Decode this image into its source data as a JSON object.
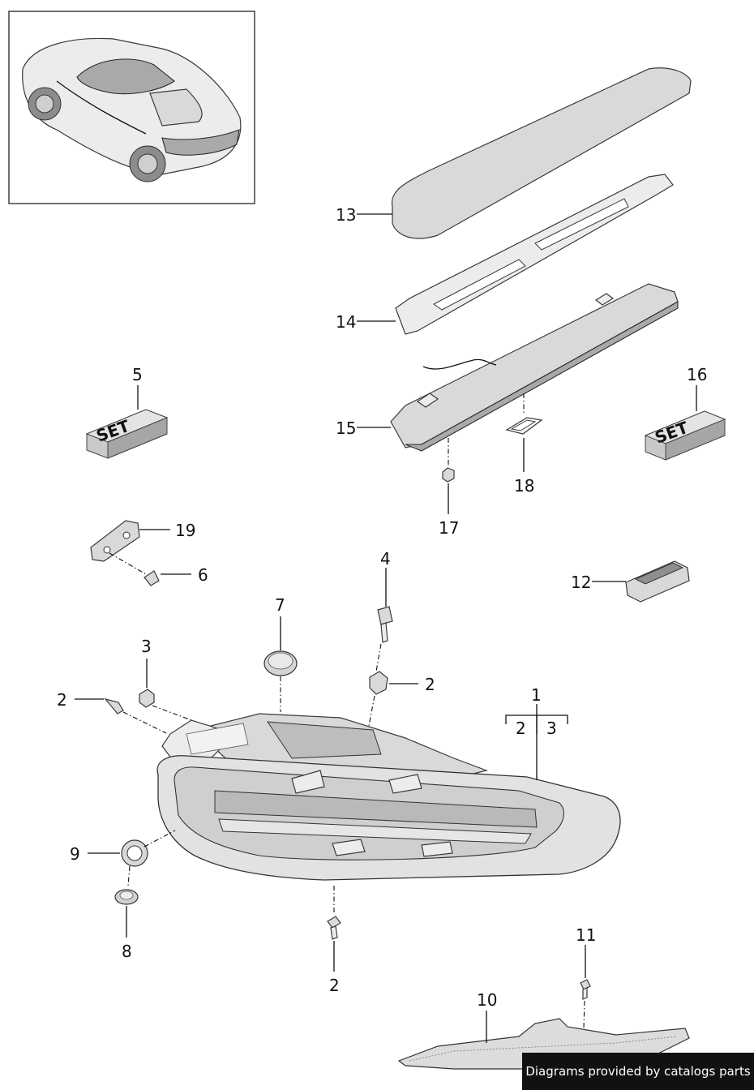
{
  "callouts": {
    "c1": "1",
    "c1_sub_a": "2",
    "c1_sub_b": "3",
    "c2a": "2",
    "c2b": "2",
    "c2c": "2",
    "c3": "3",
    "c4": "4",
    "c5": "5",
    "c6": "6",
    "c7": "7",
    "c8": "8",
    "c9": "9",
    "c10": "10",
    "c11": "11",
    "c12": "12",
    "c13": "13",
    "c14": "14",
    "c15": "15",
    "c16": "16",
    "c17": "17",
    "c18": "18",
    "c19": "19"
  },
  "set_labels": {
    "set5": "SET",
    "set16": "SET"
  },
  "footer": {
    "credit": "Diagrams provided by catalogs parts"
  },
  "icons": {
    "thumbnail": "car-thumbnail-icon"
  }
}
